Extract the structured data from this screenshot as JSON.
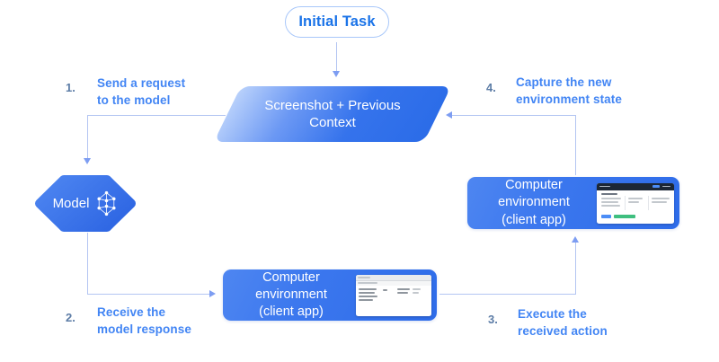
{
  "diagram": {
    "initial_task_label": "Initial Task",
    "context_node_label": "Screenshot + Previous\nContext",
    "model_label": "Model",
    "env_bottom_label": "Computer environment\n(client app)",
    "env_right_label": "Computer environment\n(client app)",
    "steps": [
      {
        "num": "1.",
        "label": "Send a request\nto the model"
      },
      {
        "num": "2.",
        "label": "Receive the\nmodel response"
      },
      {
        "num": "3.",
        "label": "Execute the\nreceived action"
      },
      {
        "num": "4.",
        "label": "Capture the new\nenvironment state"
      }
    ],
    "colors": {
      "node_blue": "#2e6ce9",
      "node_blue_light": "#b9d1fb",
      "pill_border": "#a8c7fa",
      "pill_text": "#1a73e8",
      "step_text": "#4285f4",
      "step_number": "#5c7ca6",
      "arrow_line": "#b3c5f2",
      "arrow_head": "#7d9df2"
    }
  }
}
